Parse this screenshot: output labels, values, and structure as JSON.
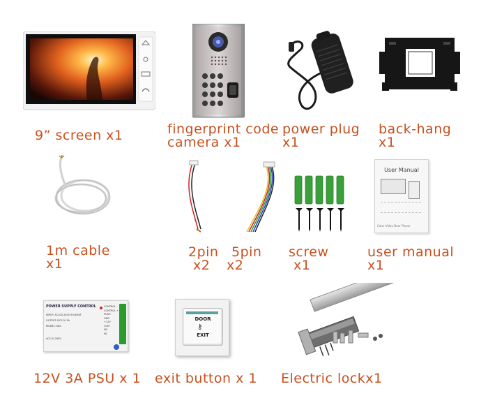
{
  "items": {
    "screen": {
      "label": "9” screen x1"
    },
    "camera": {
      "line1": "fingerprint code",
      "line2": "camera x1"
    },
    "power_plug": {
      "line1": "power plug",
      "line2": "x1"
    },
    "back_hang": {
      "line1": "back-hang",
      "line2": "x1"
    },
    "cable": {
      "line1": "1m cable",
      "line2": "x1"
    },
    "pin2": {
      "line1": "2pin",
      "line2": "x2"
    },
    "pin5": {
      "line1": "5pin",
      "line2": "x2"
    },
    "screw": {
      "line1": "screw",
      "line2": "x1"
    },
    "manual": {
      "line1": "user manual",
      "line2": "x1",
      "cover_title": "User Manual",
      "cover_footer": "Color Video Door Phone"
    },
    "psu": {
      "label": "12V 3A PSU x 1",
      "panel_title": "POWER SUPPLY CONTROL",
      "spec1": "INPUT: AC100-240V 50-60HZ",
      "spec2": "OUTPUT: DC12V 3A",
      "spec3": "MODEL: K80",
      "spec4": "AC110-240V",
      "terminals": [
        "CONTROL -",
        "CONTROL +",
        "PUSH",
        "GND",
        "+12V",
        "COM",
        "NO",
        "NC"
      ]
    },
    "exit_button": {
      "label": "exit button x 1",
      "text1": "DOOR",
      "text2": "EXIT"
    },
    "electric_lock": {
      "label": "Electric lockx1"
    }
  }
}
